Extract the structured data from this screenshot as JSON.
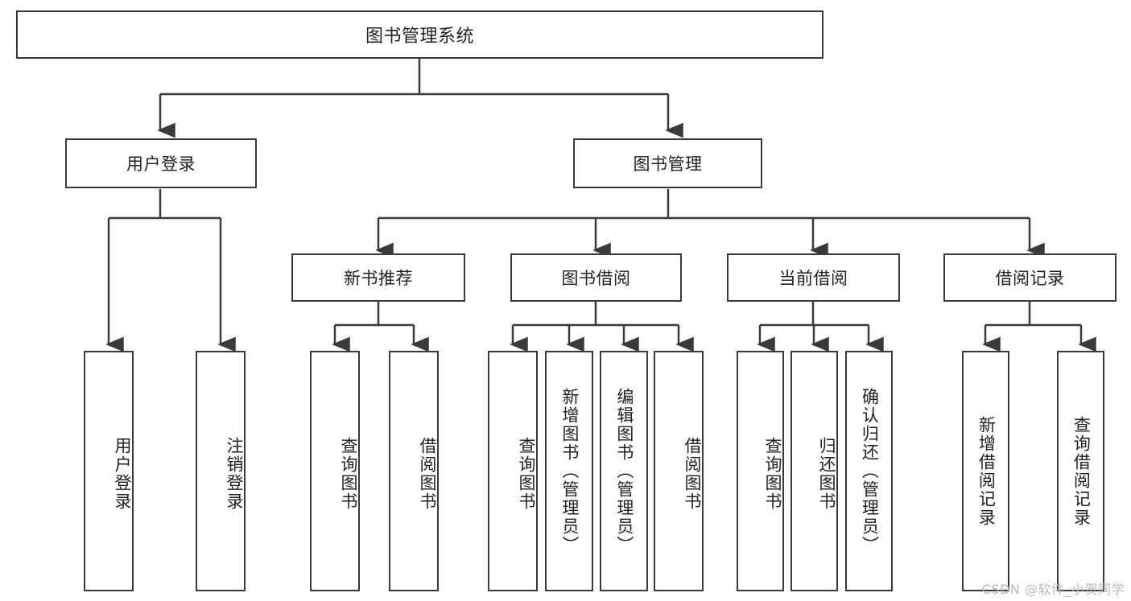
{
  "diagram": {
    "type": "tree-hierarchy",
    "title": "图书管理系统",
    "watermark": "CSDN @软件_小贺同学",
    "colors": {
      "stroke": "#3a3a3a",
      "fill": "#ffffff",
      "text": "#222222",
      "watermark": "#b9b9b9"
    },
    "levels": {
      "level1": [
        "图书管理系统"
      ],
      "level2": [
        "用户登录",
        "图书管理"
      ],
      "level3": [
        "新书推荐",
        "图书借阅",
        "当前借阅",
        "借阅记录"
      ],
      "level4_groups": [
        {
          "parent": "用户登录",
          "children": [
            "用户登录",
            "注销登录"
          ]
        },
        {
          "parent": "新书推荐",
          "children": [
            "查询图书",
            "借阅图书"
          ]
        },
        {
          "parent": "图书借阅",
          "children": [
            "查询图书",
            "新增图书（管理员）",
            "编辑图书（管理员）",
            "借阅图书"
          ]
        },
        {
          "parent": "当前借阅",
          "children": [
            "查询图书",
            "归还图书",
            "确认归还（管理员）"
          ]
        },
        {
          "parent": "借阅记录",
          "children": [
            "新增借阅记录",
            "查询借阅记录"
          ]
        }
      ]
    },
    "nodes": {
      "root": {
        "label": "图书管理系统"
      },
      "user_login": {
        "label": "用户登录"
      },
      "book_manage": {
        "label": "图书管理"
      },
      "new_book_rec": {
        "label": "新书推荐"
      },
      "book_borrow": {
        "label": "图书借阅"
      },
      "current_borrow": {
        "label": "当前借阅"
      },
      "borrow_record": {
        "label": "借阅记录"
      },
      "leaf_user_login": {
        "label": "用户登录"
      },
      "leaf_logout": {
        "label": "注销登录"
      },
      "leaf_query_book_1": {
        "label": "查询图书"
      },
      "leaf_borrow_book_1": {
        "label": "借阅图书"
      },
      "leaf_query_book_2": {
        "label": "查询图书"
      },
      "leaf_add_book": {
        "label": "新增图书（管理员）"
      },
      "leaf_edit_book": {
        "label": "编辑图书（管理员）"
      },
      "leaf_borrow_book_2": {
        "label": "借阅图书"
      },
      "leaf_query_book_3": {
        "label": "查询图书"
      },
      "leaf_return_book": {
        "label": "归还图书"
      },
      "leaf_confirm_return": {
        "label": "确认归还（管理员）"
      },
      "leaf_add_record": {
        "label": "新增借阅记录"
      },
      "leaf_query_record": {
        "label": "查询借阅记录"
      }
    }
  }
}
